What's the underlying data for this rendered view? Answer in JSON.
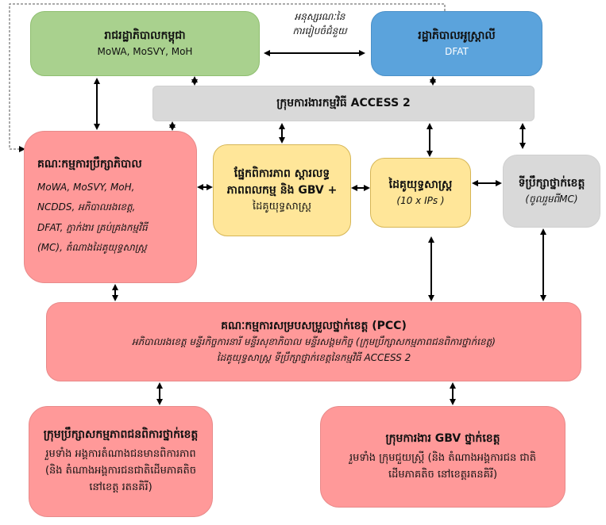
{
  "nodes": {
    "cambodia_gov": {
      "title": "រាជរដ្ឋាភិបាលកម្ពុជា",
      "subtitle": "MoWA, MoSVY, MoH"
    },
    "australia_gov": {
      "title": "រដ្ឋាភិបាលអូស្ត្រាលី",
      "subtitle": "DFAT"
    },
    "mou_label": {
      "line1": "អនុស្សរណៈនៃ",
      "line2": "ការរៀបចំជំនួយ"
    },
    "access2_team": {
      "title": "ក្រុមការងារកម្មវិធី ACCESS 2"
    },
    "governance": {
      "title": "គណៈកម្មការប្រឹក្សាភិបាល",
      "lines": [
        "MoWA, MoSVY, MoH,",
        "NCDDS, អភិបាលរងខេត្ត,",
        "DFAT, ភ្នាក់ងារ គ្រប់គ្រងកម្មវិធី",
        "(MC), តំណាងដៃគូយុទ្ធសាស្ត្រ"
      ]
    },
    "disability_unit": {
      "line1": "ផ្នែកពិការភាព ស្តារលទ្ធ",
      "line2": "ភាពពលកម្ម និង GBV +",
      "line3": "ដៃគូយុទ្ធសាស្ត្រ"
    },
    "partners": {
      "title": "ដៃគូយុទ្ធសាស្ត្រ",
      "subtitle": "(10 x IPs )"
    },
    "provincial_advisor": {
      "title": "ទីប្រឹក្សាថ្នាក់ខេត្ត",
      "subtitle": "(ចូលរួមពីMC)"
    },
    "pcc": {
      "title": "គណៈកម្មការសម្របសម្រួលថ្នាក់ខេត្ត (PCC)",
      "line1": "អភិបាលរងខេត្ត មន្ទីរកិច្ចការនារី មន្ទីរសុខាភិបាល មន្ទីរសង្គមកិច្ច (ក្រុមប្រឹក្សាសកម្មភាពជនពិការថ្នាក់ខេត្ត)",
      "line2": "ដៃគូយុទ្ធសាស្ត្រ ទីប្រឹក្សាថ្នាក់ខេត្តនៃកម្មវិធី ACCESS 2"
    },
    "disability_council": {
      "title": "ក្រុមប្រឹក្សាសកម្មភាពជនពិការថ្នាក់ខេត្ត",
      "body": "រួមទាំង អង្គការតំណាងជនមានពិការភាព (និង តំណាងអង្គការជនជាតិដើមភាគតិច នៅខេត្ត រតនគិរី)"
    },
    "gbv_group": {
      "title": "ក្រុមការងារ GBV ថ្នាក់ខេត្ត",
      "body": "រួមទាំង ក្រុមជួយស្ត្រី (និង តំណាងអង្គការជន ជាតិដើមភាគតិច នៅខេត្តរតនគិរី)"
    }
  },
  "colors": {
    "green": "#a9d18e",
    "blue": "#5ba3dc",
    "gray": "#d9d9d9",
    "pink": "#ff9999",
    "yellow": "#ffe699"
  }
}
